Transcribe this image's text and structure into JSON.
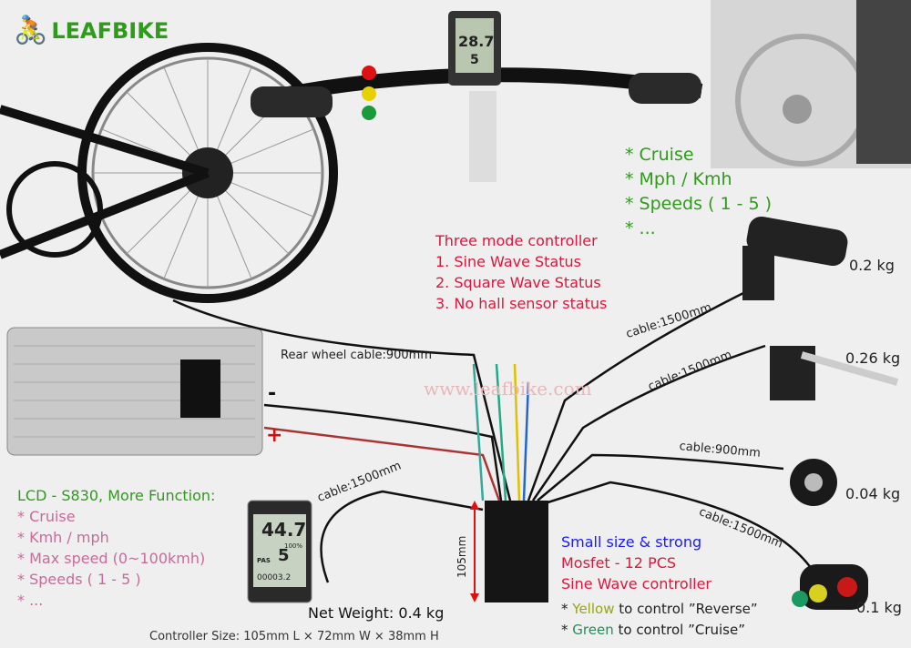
{
  "logo": {
    "brand": "LEAFBIKE"
  },
  "watermark": "www.leafbike.com",
  "lcd_features": {
    "title": "* Cruise",
    "items": [
      "* Cruise",
      "* Mph / Kmh",
      "* Speeds ( 1 - 5 )",
      "* ..."
    ]
  },
  "controller_modes": {
    "title": "Three mode controller",
    "items": [
      "1. Sine Wave Status",
      "2. Square Wave Status",
      "3. No hall sensor status"
    ]
  },
  "lcd_s830": {
    "title": "LCD - S830, More Function:",
    "items": [
      "* Cruise",
      "* Kmh / mph",
      "* Max speed (0~100kmh)",
      "* Speeds ( 1 - 5 )",
      "* ..."
    ]
  },
  "display_readout": {
    "speed": "44.7",
    "battery": "100%",
    "pas_label": "PAS",
    "pas": "5",
    "odo": "00003.2"
  },
  "top_display_readout": {
    "speed": "28.7",
    "pas": "5"
  },
  "battery": {
    "minus": "-",
    "plus": "+"
  },
  "cables": {
    "rear_wheel": "Rear wheel cable:900mm",
    "throttle": "cable:1500mm",
    "brake": "cable:1500mm",
    "pas": "cable:900mm",
    "switch": "cable:1500mm",
    "display": "cable:1500mm"
  },
  "weights": {
    "throttle": "0.2 kg",
    "brake": "0.26 kg",
    "pas": "0.04 kg",
    "switch": "0.1 kg"
  },
  "controller": {
    "height_label": "105mm",
    "line1": "Small size & strong",
    "line2": "Mosfet - 12 PCS",
    "line3": "Sine Wave controller",
    "net_weight": "Net Weight: 0.4 kg",
    "size": "Controller Size: 105mm L × 72mm W × 38mm H"
  },
  "switch_notes": {
    "star": "*",
    "yellow_word": "Yellow",
    "yellow_rest": " to control ”Reverse”",
    "green_word": "Green",
    "green_rest": " to control ”Cruise”"
  },
  "colors": {
    "accent_green": "#2e9b1a",
    "red": "#e0143c",
    "pink": "#c76b9a",
    "blue": "#1a1aff"
  }
}
